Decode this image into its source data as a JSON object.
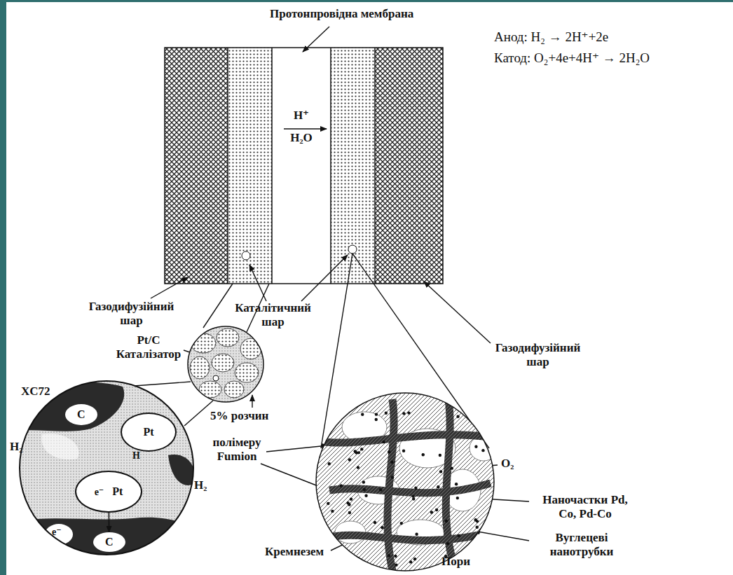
{
  "diagram": {
    "nodes": [
      {
        "text": [
          "H⁺",
          "H₂O"
        ]
      },
      {
        "text": [
          "H"
        ]
      },
      {
        "text": [
          "Pt"
        ],
        "in": 1
      },
      {
        "text": [
          "e⁻",
          "Pt"
        ],
        "in": 1
      },
      {
        "text": [
          "C"
        ],
        "in": 1
      },
      {
        "text": [
          "C"
        ],
        "in": 1
      }
    ],
    "edges": [
      {
        "from": 3,
        "to": 5,
        "arrow": "to"
      }
    ],
    "labels": [
      "Протонпровідна мембрана",
      "Анод: H₂ → 2H⁺+2e",
      "Катод: O₂+4e+4H⁺ → 2H₂O",
      "Газодифузійний шар",
      "Каталітичний шар",
      "Газодифузійний шар",
      "Pt/C Каталізатор",
      "XC72",
      "5% розчин",
      "H₂",
      "H₂",
      "e⁻",
      "полімеру Fumion",
      "O₂",
      "Наночастки Pd, Co, Pd-Co",
      "Вуглецеві нанотрубки",
      "Кремнезем",
      "Пори"
    ]
  }
}
